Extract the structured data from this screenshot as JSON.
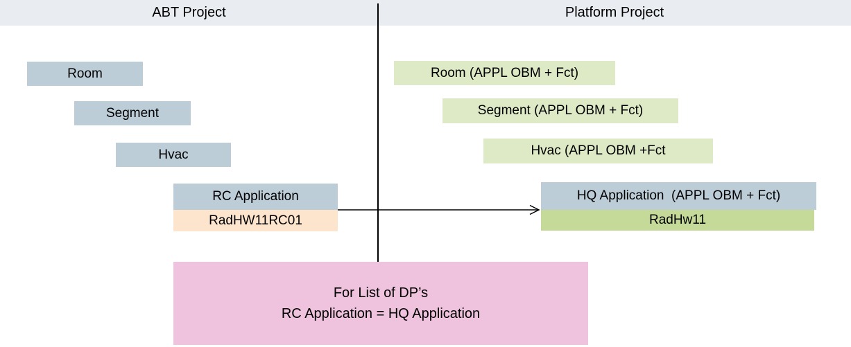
{
  "header": {
    "left_title": "ABT Project",
    "right_title": "Platform Project"
  },
  "abt": {
    "room": "Room",
    "segment": "Segment",
    "hvac": "Hvac",
    "application": "RC Application",
    "instance": "RadHW11RC01"
  },
  "platform": {
    "room": "Room (APPL OBM + Fct)",
    "segment": "Segment (APPL OBM + Fct)",
    "hvac": "Hvac (APPL OBM +Fct",
    "application": "HQ Application  (APPL OBM + Fct)",
    "instance": "RadHw11"
  },
  "note": {
    "line1": "For List of DP’s",
    "line2": "RC Application = HQ Application"
  },
  "colors": {
    "header_bg": "#e9edf2",
    "abt_box_bg": "#bccdd8",
    "platform_box_bg": "#dee9c5",
    "abt_instance_bg": "#fce4cd",
    "platform_instance_bg": "#c5da98",
    "note_bg": "#efc3de",
    "line": "#000000"
  }
}
